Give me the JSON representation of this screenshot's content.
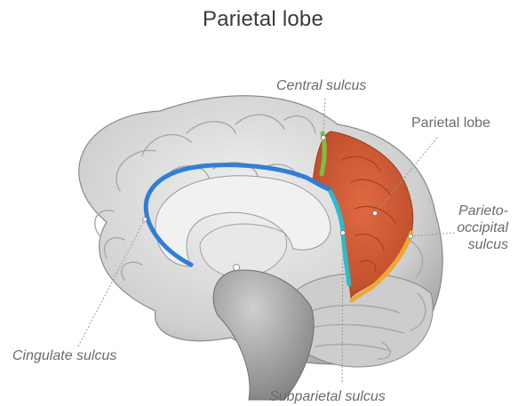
{
  "title": "Parietal lobe",
  "labels": {
    "central_sulcus": "Central sulcus",
    "parietal_lobe": "Parietal lobe",
    "parieto_occipital_line1": "Parieto-",
    "parieto_occipital_line2": "occipital",
    "parieto_occipital_line3": "sulcus",
    "cingulate_sulcus": "Cingulate sulcus",
    "subparietal_sulcus": "Subparietal sulcus"
  },
  "colors": {
    "parietal_lobe": "#d9603a",
    "central_sulcus": "#7ac142",
    "cingulate_sulcus": "#2f7fd6",
    "subparietal_sulcus": "#2bbccb",
    "parieto_occipital_sulcus": "#f0a733",
    "brain_fill": "#dcdcdc",
    "leader_line": "#9a9a9a"
  }
}
